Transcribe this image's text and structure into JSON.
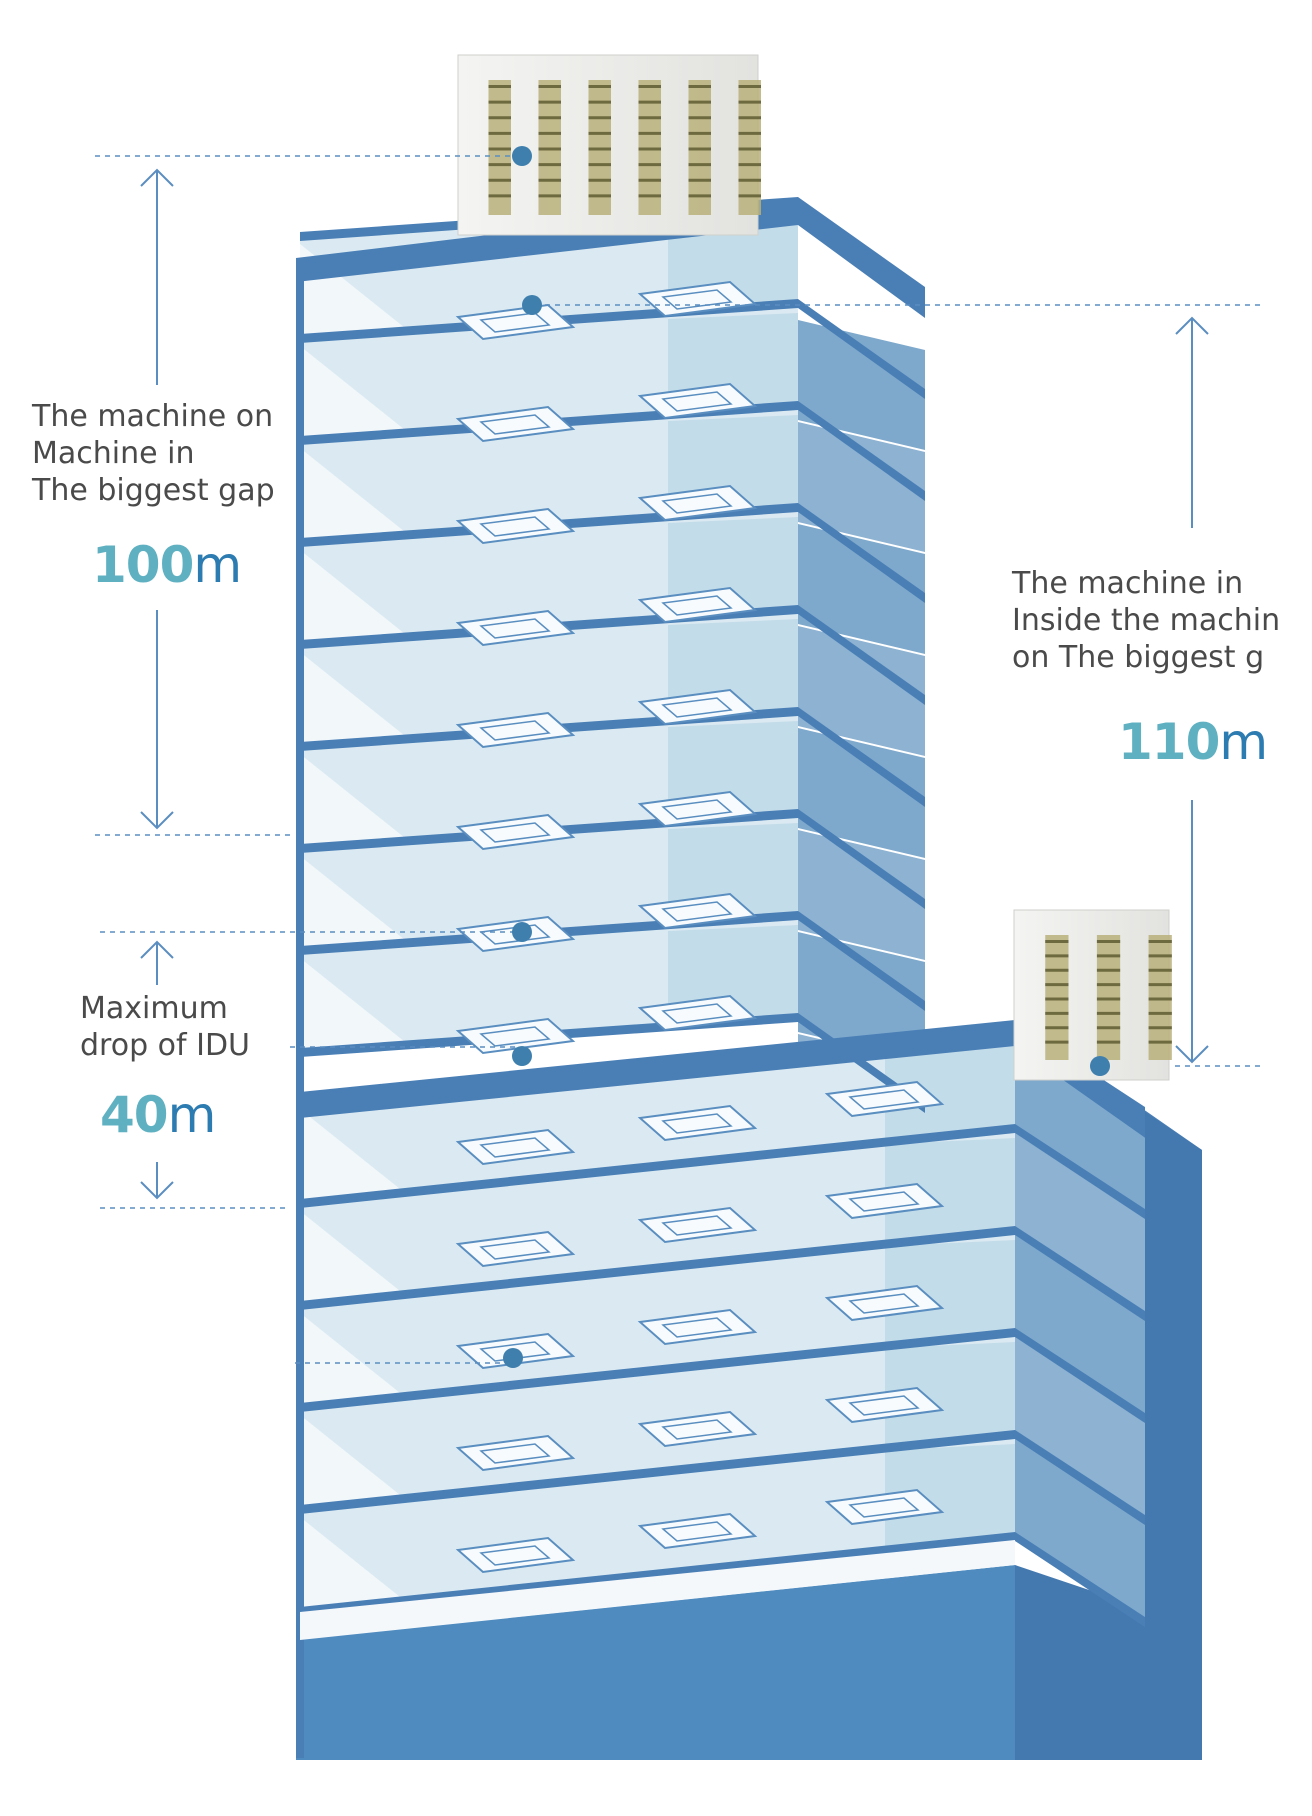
{
  "annotations": {
    "drop_odu_top": {
      "lines": [
        "The machine on",
        "Machine in",
        "The biggest gap"
      ],
      "number": "100",
      "unit": "m"
    },
    "drop_odu_bottom": {
      "lines": [
        "The machine in",
        "Inside the machin",
        "on The biggest g"
      ],
      "number": "110",
      "unit": "m"
    },
    "drop_idu": {
      "lines": [
        "Maximum",
        "drop of IDU"
      ],
      "number": "40",
      "unit": "m"
    }
  },
  "colors": {
    "building_blue": "#4a7fb6",
    "floor_light": "#dbeaf2",
    "wall_light": "#b9d5e5",
    "side_blue": "#7ea9cc",
    "marker": "#3e7fae",
    "number_teal": "#5fb1c2",
    "number_blue": "#2c7bb1",
    "text": "#4a4a4a"
  }
}
